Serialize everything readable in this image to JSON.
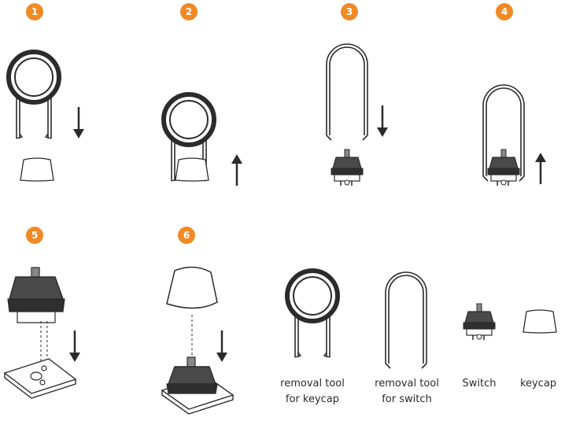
{
  "colors": {
    "badge": "#f08a24",
    "line": "#2b2b2b",
    "switch_body": "#3a3a3a",
    "switch_stem": "#888888"
  },
  "steps": [
    "1",
    "2",
    "3",
    "4",
    "5",
    "6"
  ],
  "legend": {
    "keycap_tool": "removal tool\nfor keycap",
    "switch_tool": "removal tool\nfor switch",
    "switch": "Switch",
    "keycap": "keycap"
  },
  "icons": [
    "ring-keycap-puller-icon",
    "wire-switch-puller-icon",
    "switch-icon",
    "keycap-icon",
    "arrow-down-icon",
    "arrow-up-icon",
    "plate-icon"
  ]
}
